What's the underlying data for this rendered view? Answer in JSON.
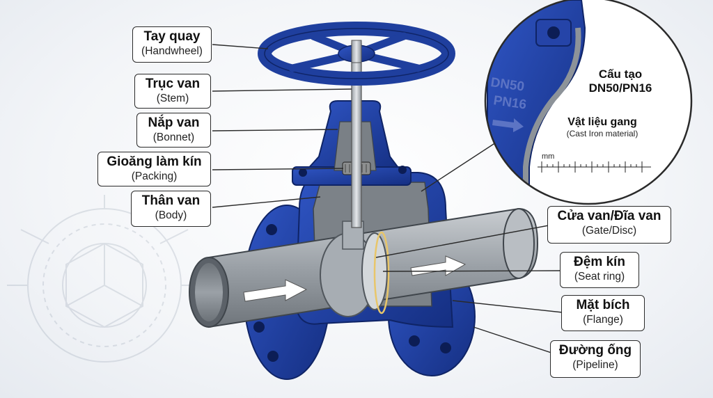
{
  "labels": {
    "handwheel": {
      "vi": "Tay quay",
      "en": "(Handwheel)"
    },
    "stem": {
      "vi": "Trục van",
      "en": "(Stem)"
    },
    "bonnet": {
      "vi": "Nắp van",
      "en": "(Bonnet)"
    },
    "packing": {
      "vi": "Gioăng làm kín",
      "en": "(Packing)"
    },
    "body": {
      "vi": "Thân van",
      "en": "(Body)"
    },
    "gate": {
      "vi": "Cửa van/Đĩa van",
      "en": "(Gate/Disc)"
    },
    "seat": {
      "vi": "Đệm kín",
      "en": "(Seat ring)"
    },
    "flange": {
      "vi": "Mặt bích",
      "en": "(Flange)"
    },
    "pipeline": {
      "vi": "Đường ống",
      "en": "(Pipeline)"
    }
  },
  "callout": {
    "title_line1": "Cấu tạo",
    "title_line2": "DN50/PN16",
    "material": "Vật liệu gang",
    "material_en": "(Cast Iron material)",
    "cast_mark_1": "DN50",
    "cast_mark_2": "PN16",
    "ruler_unit": "mm"
  },
  "colors": {
    "valve_blue": "#1f3f9e",
    "valve_blue_dark": "#142a73",
    "steel_gray": "#8d9399",
    "label_border": "#2a2a2a"
  }
}
